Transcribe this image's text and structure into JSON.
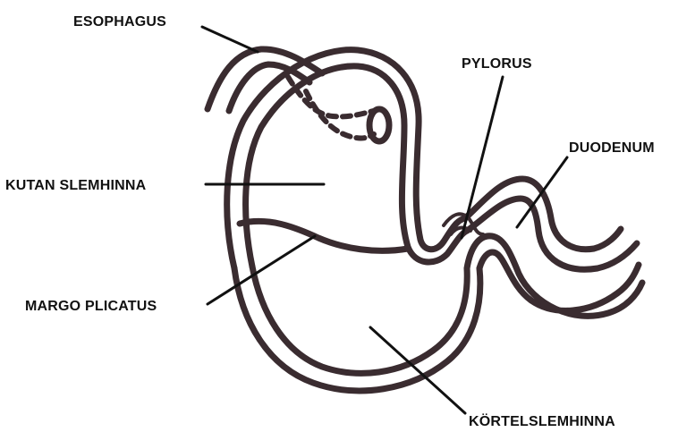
{
  "diagram": {
    "labels": {
      "esophagus": "ESOPHAGUS",
      "pylorus": "PYLORUS",
      "duodenum": "DUODENUM",
      "kutan_slemhinna": "KUTAN SLEMHINNA",
      "margo_plicatus": "MARGO PLICATUS",
      "kortelslemhinna": "KÖRTELSLEMHINNA"
    },
    "colors": {
      "outline": "#3a2c30",
      "text": "#111111",
      "background": "#ffffff"
    }
  }
}
